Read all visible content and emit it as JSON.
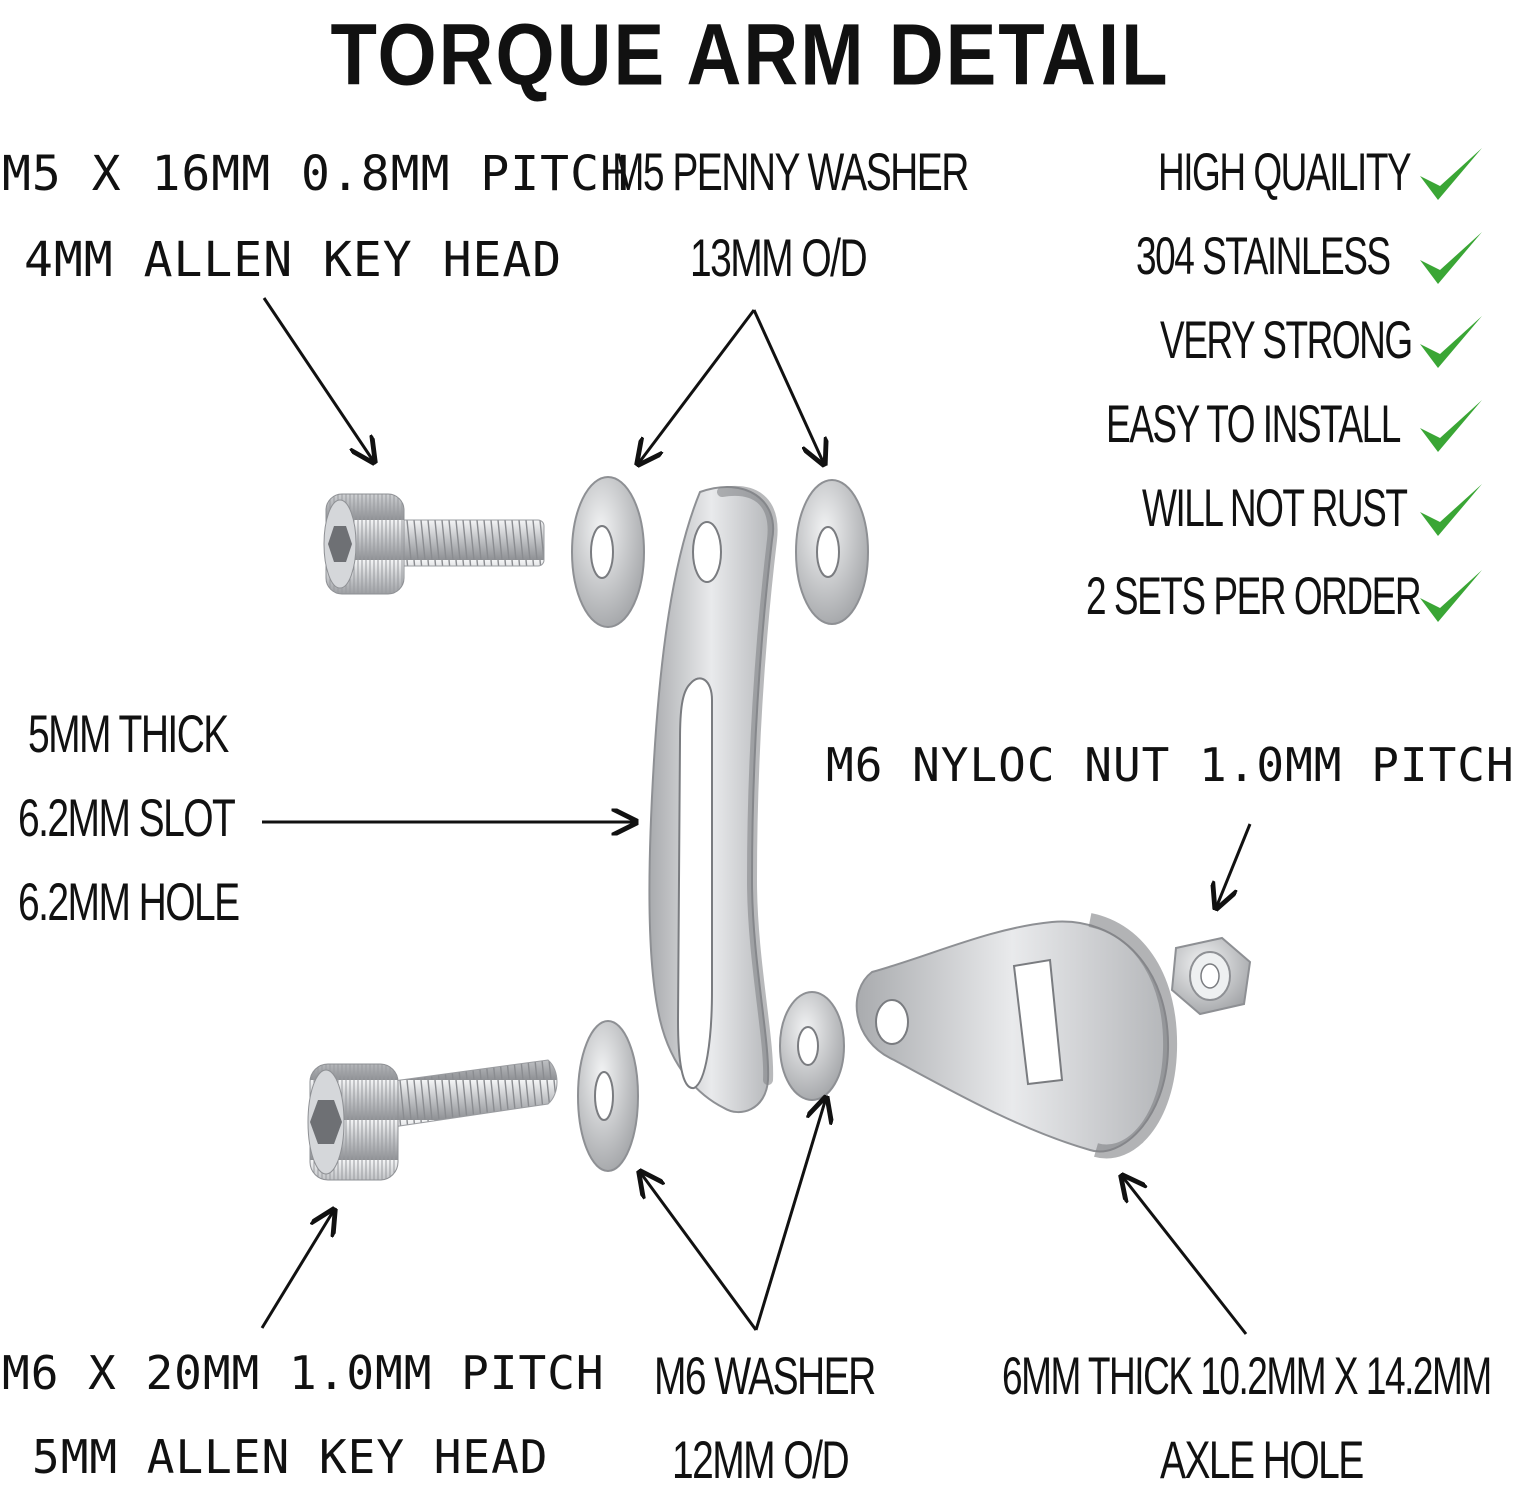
{
  "title": "TORQUE ARM DETAIL",
  "labels": {
    "bolt_m5_line1": "M5 X 16MM 0.8MM PITCH",
    "bolt_m5_line2": "4MM ALLEN KEY HEAD",
    "penny_washer_line1": "M5 PENNY WASHER",
    "penny_washer_line2": "13MM O/D",
    "arm_line1": "5MM THICK",
    "arm_line2": "6.2MM SLOT",
    "arm_line3": "6.2MM HOLE",
    "nyloc_nut": "M6 NYLOC NUT 1.0MM PITCH",
    "bolt_m6_line1": "M6 X 20MM 1.0MM PITCH",
    "bolt_m6_line2": "5MM ALLEN KEY HEAD",
    "m6_washer_line1": "M6 WASHER",
    "m6_washer_line2": "12MM O/D",
    "plate_line1": "6MM THICK 10.2MM X 14.2MM",
    "plate_line2": "AXLE HOLE"
  },
  "features": [
    "HIGH QUAILITY",
    "304 STAINLESS",
    "VERY STRONG",
    "EASY TO INSTALL",
    "WILL NOT RUST",
    "2 SETS PER ORDER"
  ],
  "colors": {
    "check": "#3aa635",
    "text": "#111111",
    "metal": "#c8cacd"
  }
}
